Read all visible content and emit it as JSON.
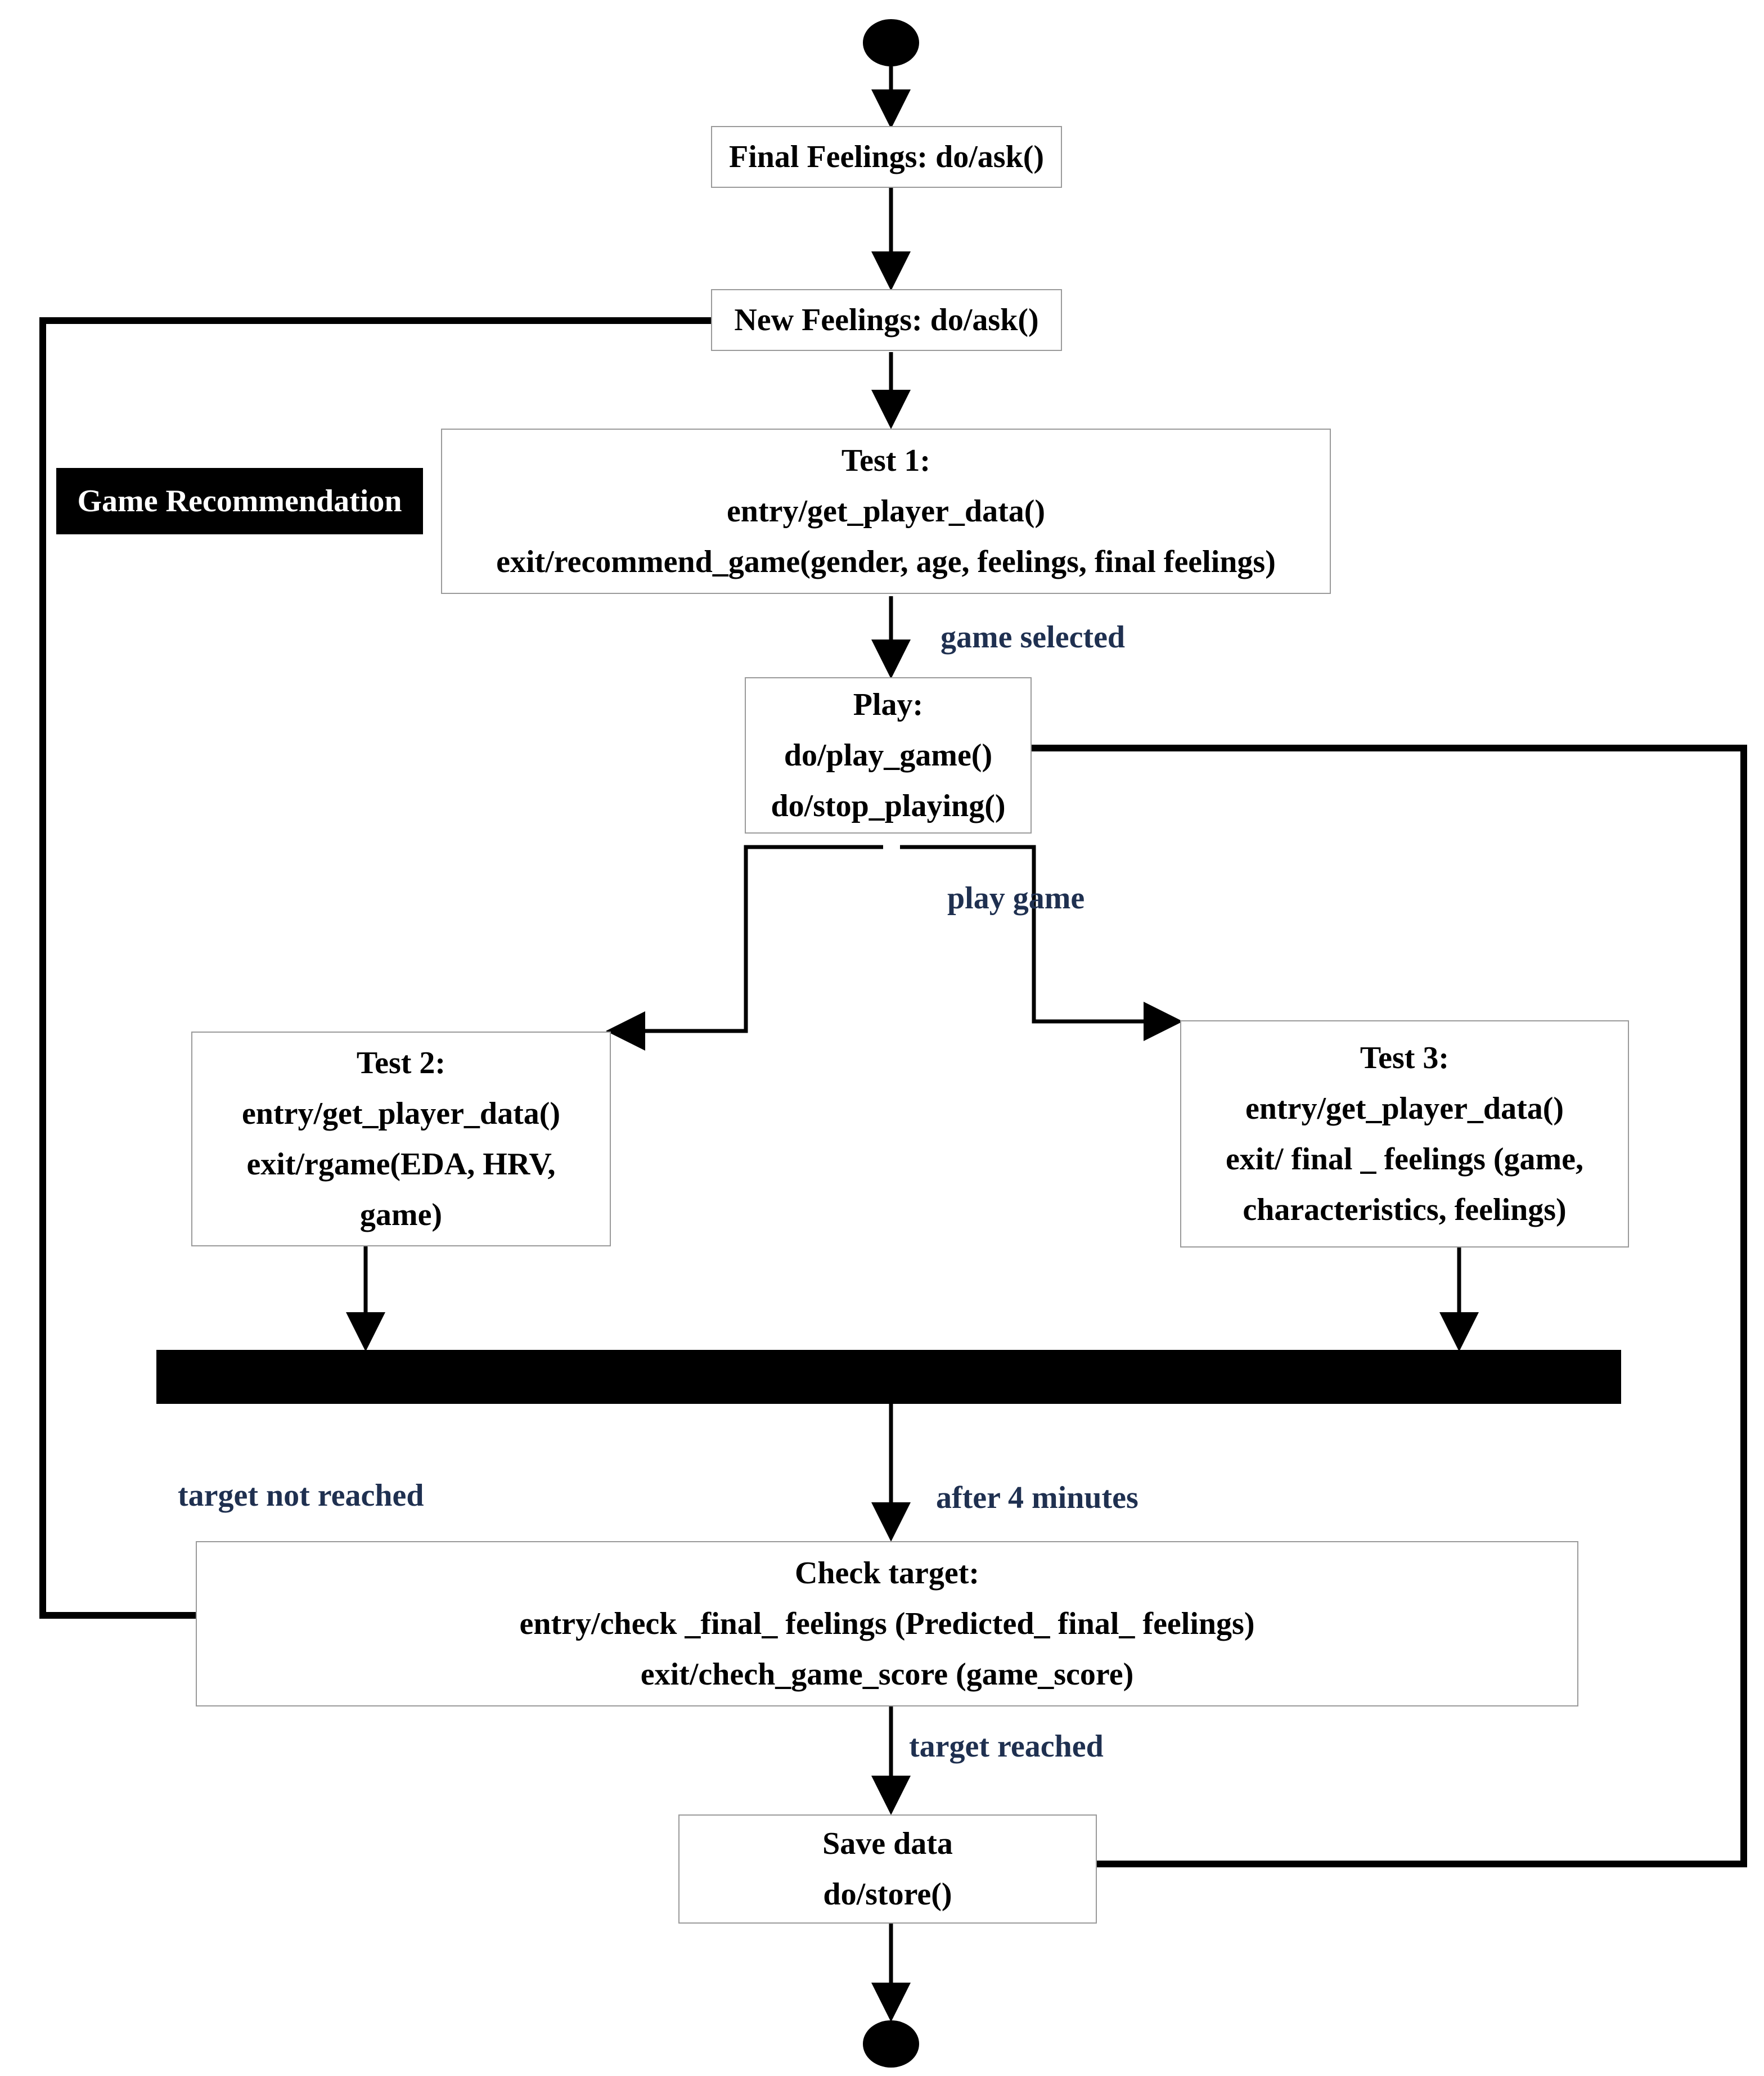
{
  "badge": "Game Recommendation",
  "states": {
    "final_feelings": [
      "Final Feelings: do/ask()"
    ],
    "new_feelings": [
      "New Feelings: do/ask()"
    ],
    "test1": [
      "Test 1:",
      "entry/get_player_data()",
      "exit/recommend_game(gender, age, feelings, final feelings)"
    ],
    "play": [
      "Play:",
      "do/play_game()",
      "do/stop_playing()"
    ],
    "test2": [
      "Test 2:",
      "entry/get_player_data()",
      "exit/rgame(EDA, HRV,",
      "game)"
    ],
    "test3": [
      "Test 3:",
      "entry/get_player_data()",
      "exit/ final _ feelings (game,",
      "characteristics, feelings)"
    ],
    "check": [
      "Check target:",
      "entry/check _final_ feelings (Predicted_ final_ feelings)",
      "exit/chech_game_score (game_score)"
    ],
    "save": [
      "Save data",
      "do/store()"
    ]
  },
  "transitions": {
    "game_selected": "game selected",
    "play_game": "play game",
    "after_4_minutes": "after 4 minutes",
    "target_not_reached": "target not reached",
    "target_reached": "target reached"
  },
  "colors": {
    "label_text": "#1f3050",
    "box_border": "#9a9a9a",
    "node_fill": "#000000"
  }
}
